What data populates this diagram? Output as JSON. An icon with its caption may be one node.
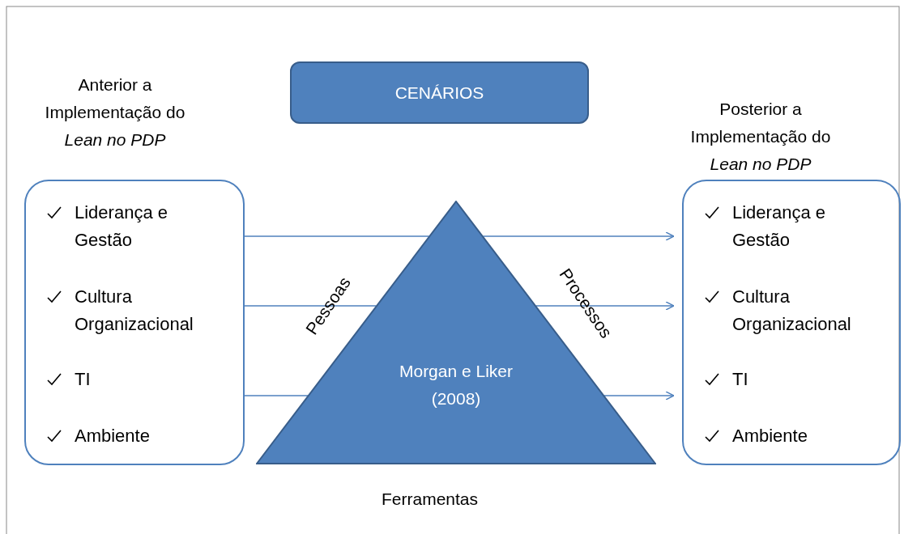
{
  "diagram": {
    "nodes": [
      {
        "text": [
          "CENÁRIOS"
        ]
      },
      {
        "text": [
          "Anterior a Implementação do *Lean no PDP*",
          "Liderança e Gestão",
          "Cultura Organizacional",
          "TI",
          "Ambiente"
        ]
      },
      {
        "text": [
          "Morgan e Liker (2008)"
        ],
        "beside": [
          "Pessoas",
          "Processos",
          "Ferramentas"
        ]
      },
      {
        "text": [
          "Posterior a Implementação do *Lean no PDP*",
          "Liderança e Gestão",
          "Cultura Organizacional",
          "TI",
          "Ambiente"
        ]
      }
    ],
    "edges": [
      {
        "from": 1,
        "to": 2,
        "arrow": "none"
      },
      {
        "from": 2,
        "to": 3,
        "arrow": "to"
      },
      {
        "from": 1,
        "to": 2,
        "arrow": "none"
      },
      {
        "from": 2,
        "to": 3,
        "arrow": "to"
      },
      {
        "from": 1,
        "to": 2,
        "arrow": "none"
      },
      {
        "from": 2,
        "to": 3,
        "arrow": "to"
      }
    ]
  }
}
